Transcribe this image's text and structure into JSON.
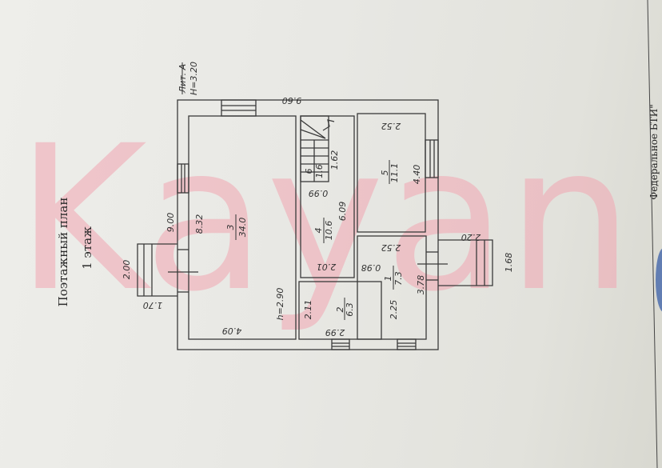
{
  "title": "Поэтажный план",
  "floor": "1 этаж",
  "litera": {
    "name": "Лит. А",
    "height": "H=3.20"
  },
  "organization": "Федеральное БТИ\"",
  "watermark": "Kayan",
  "rooms": [
    {
      "number": "1",
      "area": "7.3"
    },
    {
      "number": "2",
      "area": "6.3"
    },
    {
      "number": "3",
      "area": "34.0"
    },
    {
      "number": "4",
      "area": "10.6"
    },
    {
      "number": "5",
      "area": "11.1"
    },
    {
      "number": "6",
      "area": "1.6"
    }
  ],
  "dimensions": {
    "overall_width": "9.60",
    "overall_length": "9.00",
    "room3_length": "8.32",
    "room3_width": "4.09",
    "ceiling_height": "h=2.90",
    "room4_length": "6.09",
    "room4_width": "2.01",
    "stair_width": "0.99",
    "stair_length": "1.62",
    "room5_length": "4.40",
    "room5_width": "2.52",
    "room1_width": "2.52",
    "room1_length": "3.78",
    "room1_inner": "2.25",
    "room1_door": "0.98",
    "room2_length": "2.11",
    "room2_width": "2.99",
    "porch_left_length": "2.00",
    "porch_left_width": "1.70",
    "porch_right_length": "1.68",
    "porch_right_width": "2.20"
  }
}
